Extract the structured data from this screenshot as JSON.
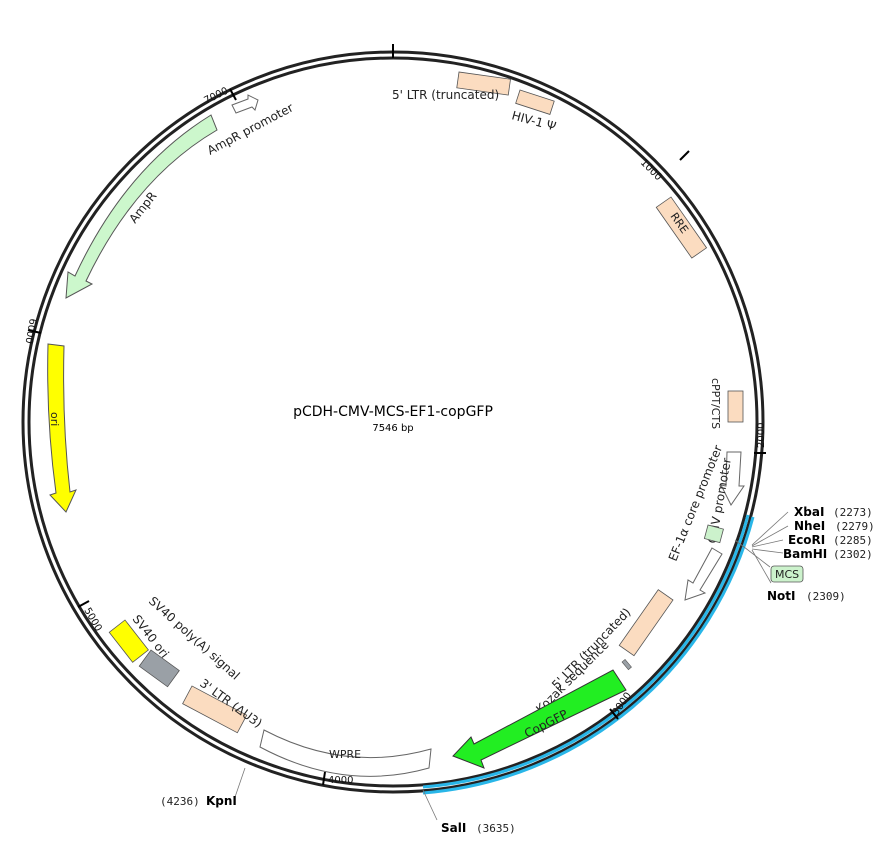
{
  "plasmid": {
    "name": "pCDH-CMV-MCS-EF1-copGFP",
    "size_label": "7546 bp",
    "length_bp": 7546
  },
  "ticks": [
    "1000",
    "2000",
    "3000",
    "4000",
    "5000",
    "6000",
    "7000"
  ],
  "features": {
    "ltr5_trunc_top": "5' LTR (truncated)",
    "hiv1_psi": "HIV-1 Ψ",
    "rre": "RRE",
    "cppt": "cPPT/CTS",
    "cmv": "CMV promoter",
    "ef1a": "EF-1α core promoter",
    "ltr5_trunc_bottom": "5' LTR (truncated)",
    "kozak": "Kozak sequence",
    "copgfp": "CopGFP",
    "wpre": "WPRE",
    "ltr3": "3' LTR (ΔU3)",
    "sv40_polya": "SV40 poly(A) signal",
    "sv40_ori": "SV40 ori",
    "ori": "ori",
    "ampr": "AmpR",
    "ampr_promoter": "AmpR promoter",
    "mcs": "MCS"
  },
  "sites": [
    {
      "name": "XbaI",
      "pos": "(2273)"
    },
    {
      "name": "NheI",
      "pos": "(2279)"
    },
    {
      "name": "EcoRI",
      "pos": "(2285)"
    },
    {
      "name": "BamHI",
      "pos": "(2302)"
    },
    {
      "name": "NotI",
      "pos": "(2309)"
    },
    {
      "name": "SalI",
      "pos": "(3635)"
    },
    {
      "name": "KpnI",
      "pos": "(4236)"
    }
  ],
  "colors": {
    "backbone": "#222222",
    "highlight_arc": "#29b6e8",
    "ltr": "#fbdcc0",
    "promoter_arrow": "#ffffff",
    "mcs": "#ccf2cc",
    "copgfp": "#22ee22",
    "ori": "#ffff00",
    "sv40_ori": "#9aa0a6",
    "ampr": "#ccf7cc"
  }
}
